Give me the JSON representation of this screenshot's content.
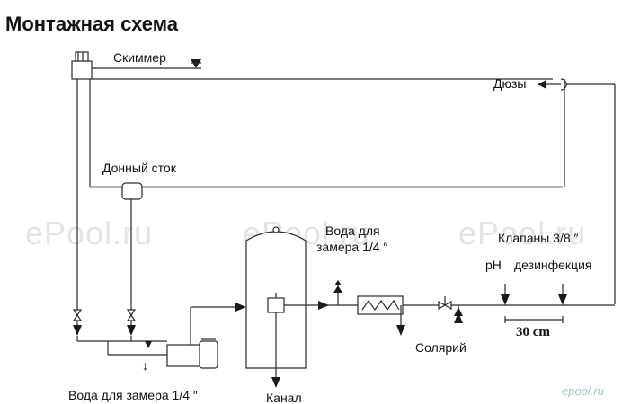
{
  "title": "Монтажная схема",
  "labels": {
    "skimmer": "Скиммер",
    "nozzles": "Дюзы",
    "bottom_drain": "Донный сток",
    "water_sample_top_l1": "Вода для",
    "water_sample_top_l2": "замера 1/4 ″",
    "valves": "Клапаны 3/8 ″",
    "ph": "pH",
    "disinfection": "дезинфекция",
    "distance": "30 cm",
    "solarium": "Солярий",
    "drain_channel": "Канал",
    "water_sample_bottom": "Вода для замера 1/4 ″"
  },
  "watermarks": {
    "main": "ePool.ru",
    "corner": "epool.ru"
  },
  "colors": {
    "line": "#2a2a2a",
    "watermark": "#e4e4e4",
    "corner_watermark": "#9ec7c9"
  }
}
